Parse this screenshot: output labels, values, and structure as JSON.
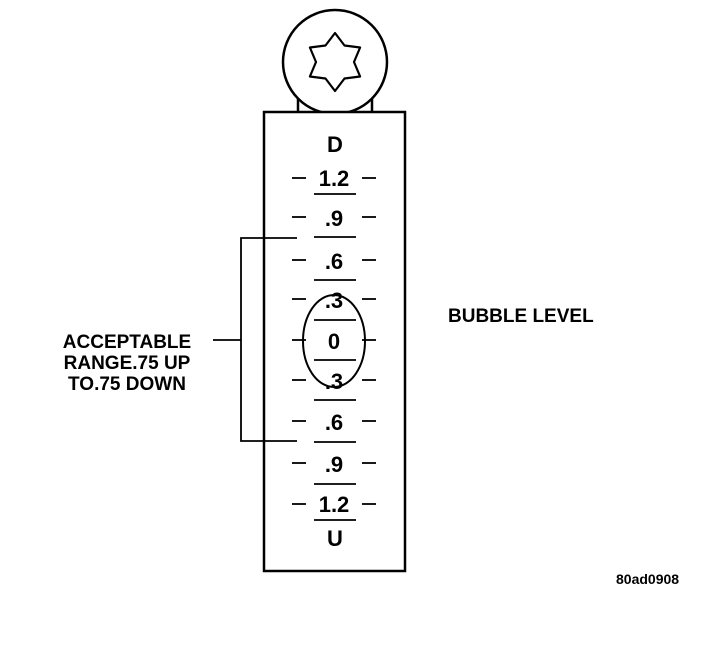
{
  "gauge": {
    "top_end_label": "D",
    "bottom_end_label": "U",
    "marks": [
      ".3",
      "0",
      ".3",
      ".6",
      ".9",
      "1.2"
    ],
    "marks_top": [
      "1.2",
      ".9",
      ".6"
    ],
    "center_mark": "0",
    "marks_bottom": [
      ".3",
      ".6",
      ".9",
      "1.2"
    ],
    "mark_above_center": ".3"
  },
  "labels": {
    "acceptable_line1": "ACCEPTABLE",
    "acceptable_line2": "RANGE.75 UP",
    "acceptable_line3": "TO.75 DOWN",
    "bubble_level": "BUBBLE LEVEL",
    "figure_id": "80ad0908"
  },
  "icons": {
    "knob": "torx-star-knob-icon"
  }
}
